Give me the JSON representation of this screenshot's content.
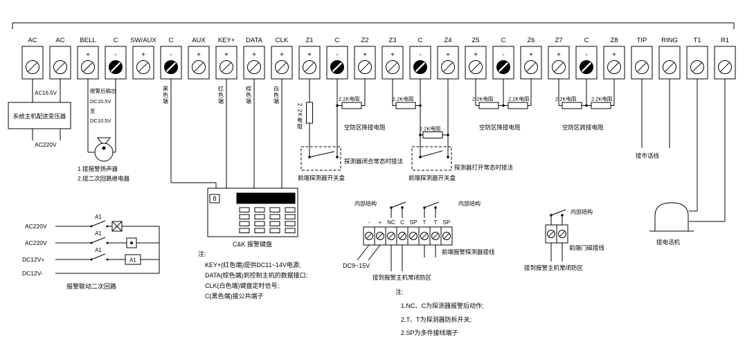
{
  "terminals": [
    {
      "label": "AC",
      "sign": ""
    },
    {
      "label": "AC",
      "sign": ""
    },
    {
      "label": "BELL",
      "sign": "+"
    },
    {
      "label": "C",
      "sign": "-"
    },
    {
      "label": "SW/AUX",
      "sign": "+"
    },
    {
      "label": "C",
      "sign": "-"
    },
    {
      "label": "AUX",
      "sign": "+"
    },
    {
      "label": "KEY+",
      "sign": "+"
    },
    {
      "label": "DATA",
      "sign": "+"
    },
    {
      "label": "CLK",
      "sign": "+"
    },
    {
      "label": "Z1",
      "sign": "+"
    },
    {
      "label": "C",
      "sign": "-"
    },
    {
      "label": "Z2",
      "sign": "+"
    },
    {
      "label": "Z3",
      "sign": "+"
    },
    {
      "label": "C",
      "sign": "-"
    },
    {
      "label": "Z4",
      "sign": "+"
    },
    {
      "label": "Z5",
      "sign": "+"
    },
    {
      "label": "C",
      "sign": "-"
    },
    {
      "label": "Z6",
      "sign": "+"
    },
    {
      "label": "Z7",
      "sign": "+"
    },
    {
      "label": "C",
      "sign": "-"
    },
    {
      "label": "Z8",
      "sign": "+"
    },
    {
      "label": "TIP",
      "sign": ""
    },
    {
      "label": "RING",
      "sign": ""
    },
    {
      "label": "T1",
      "sign": ""
    },
    {
      "label": "R1",
      "sign": ""
    }
  ],
  "left": {
    "ac_in": "AC16.5V",
    "transformer": "系统主机配送变压器",
    "ac_out": "AC220V"
  },
  "bell": {
    "output": [
      "报警后输出",
      "DC10.5V",
      "至",
      "DC10.5V"
    ],
    "notes": [
      "1.接报警扬声器",
      "2.接二次回路继电器"
    ]
  },
  "keypad": {
    "digit": "8",
    "label": "C&K 报警键盘",
    "wire_labels": [
      "黑色端",
      "红色端",
      "棕色端",
      "白色端"
    ],
    "notes_title": "注:",
    "notes": [
      "KEY+(红色端)提供DC11~14V电源;",
      "DATA(棕色端)到控制主机的数据接口;",
      "CLK(白色端)键盘定时信号;",
      "C(黑色端)接公共端子"
    ]
  },
  "zones": {
    "resistor": "2.2K电阻",
    "switch_box": "前端探测器开关盒",
    "nc_method": "探测器闭合常态时接法",
    "no_method": "探测器打开常态时接法",
    "empty": [
      "空防区降接电阻",
      "空防区降接电阻",
      "空防区跨接电阻"
    ]
  },
  "detector": {
    "labels": [
      "-",
      "+",
      "NC",
      "C",
      "SP",
      "T",
      "T",
      "SP"
    ],
    "internal": "内部结构",
    "power": "DC9~15V",
    "wiring": "前端报警探测器接线",
    "to_host": "接到报警主机常闭防区",
    "notes_title": "注:",
    "notes": [
      "1.NC、C为探测器报警后动作;",
      "2.T、T为探测器防拆开关;",
      "2.SP为多件接线端子"
    ]
  },
  "door": {
    "internal": "内部结构",
    "wiring": "前端门磁接线",
    "to_host": "接到报警主机常闭防区"
  },
  "phone": {
    "city_line": "接市话线",
    "telephone": "接电话机"
  },
  "linkage": {
    "sources": [
      "AC220V",
      "AC220V",
      "DC12V+",
      "DC12V-"
    ],
    "contact": "A1",
    "coil": "A1",
    "label": "报警联动二次回路"
  }
}
